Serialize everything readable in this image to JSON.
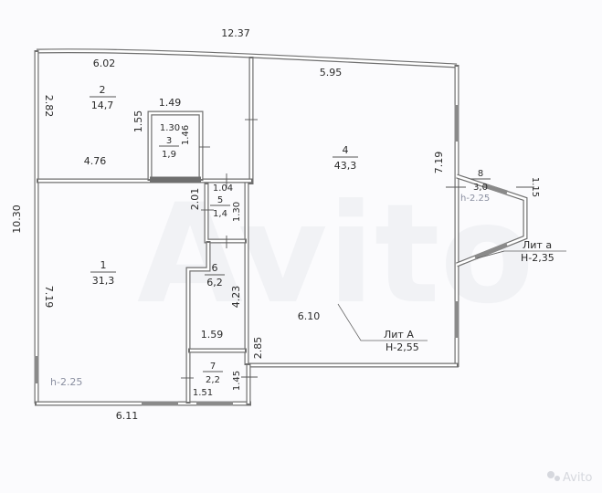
{
  "plan": {
    "overall": {
      "top_length": "12.37",
      "left_length": "10.30"
    },
    "rooms": [
      {
        "num": "1",
        "area": "31,3"
      },
      {
        "num": "2",
        "area": "14,7"
      },
      {
        "num": "3",
        "area": "1,9"
      },
      {
        "num": "4",
        "area": "43,3"
      },
      {
        "num": "5",
        "area": "1,4"
      },
      {
        "num": "6",
        "area": "6,2"
      },
      {
        "num": "7",
        "area": "2,2"
      },
      {
        "num": "8",
        "area": "3,0"
      }
    ],
    "dimensions": {
      "room2_top": "6.02",
      "room2_left": "2.82",
      "room3_top_outer": "1.49",
      "room3_top_inner": "1.30",
      "room3_left": "1.55",
      "room3_right": "1.46",
      "room4_top": "5.95",
      "room4_right": "7.19",
      "room4_bottom": "6.10",
      "room1_top": "4.76",
      "room1_left": "7.19",
      "room1_bottom": "6.11",
      "room5_top": "1.04",
      "room5_right": "1.30",
      "room1_step": "2.01",
      "room6_right": "4.23",
      "room6_bottom": "1.59",
      "room7_right_outer": "2.85",
      "room7_right": "1.45",
      "room7_bottom": "1.51",
      "balcony_right": "1.15"
    },
    "heights": {
      "room1": "h-2.25",
      "balcony": "h-2.25"
    },
    "annotations": {
      "lit_a_upper": {
        "title": "Лит  А",
        "height": "Н-2,55"
      },
      "lit_a_lower": {
        "title": "Лит  а",
        "height": "Н-2,35"
      }
    },
    "watermark": {
      "big": "Avito",
      "corner": "Avito"
    }
  }
}
